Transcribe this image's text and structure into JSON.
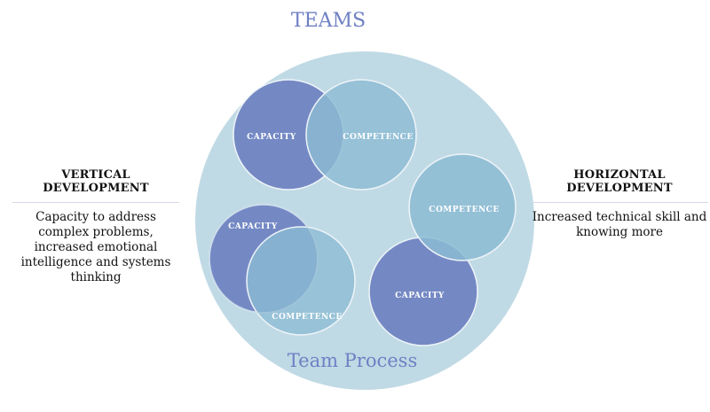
{
  "title": "TEAMS",
  "center_label": "Team Process",
  "left": {
    "heading": "VERTICAL DEVELOPMENT",
    "text": "Capacity to address complex problems, increased emotional intelligence and systems thinking"
  },
  "right": {
    "heading": "HORIZONTAL DEVELOPMENT",
    "text": "Increased technical skill and knowing more"
  },
  "circles": {
    "capacity_1": "CAPACITY",
    "competence_1": "COMPETENCE",
    "competence_2": "COMPETENCE",
    "capacity_2": "CAPACITY",
    "capacity_3": "CAPACITY",
    "competence_3": "COMPETENCE"
  },
  "colors": {
    "title": "#6f80c4",
    "big_circle": "#c0dae5",
    "capacity": "#7489c4",
    "competence": "#8cbbd3"
  }
}
